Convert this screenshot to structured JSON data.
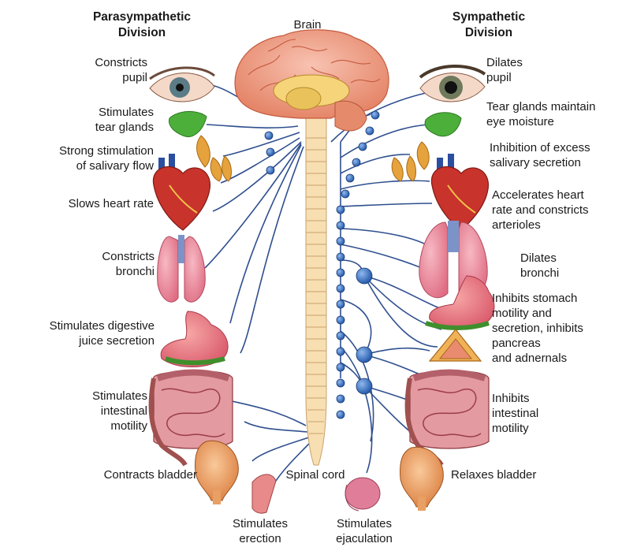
{
  "headings": {
    "parasympathetic": [
      "Parasympathetic",
      "Division"
    ],
    "brain": "Brain",
    "sympathetic": [
      "Sympathetic",
      "Division"
    ],
    "spinal_cord": "Spinal cord"
  },
  "parasympathetic_effects": {
    "eye": [
      "Constricts",
      "pupil"
    ],
    "tear": [
      "Stimulates",
      "tear glands"
    ],
    "salivary": [
      "Strong stimulation",
      "of salivary flow"
    ],
    "heart": [
      "Slows heart rate"
    ],
    "lungs": [
      "Constricts",
      "bronchi"
    ],
    "stomach": [
      "Stimulates digestive",
      "juice secretion"
    ],
    "intestine": [
      "Stimulates",
      "intestinal",
      "motility"
    ],
    "bladder": [
      "Contracts bladder"
    ],
    "erection": [
      "Stimulates",
      "erection"
    ]
  },
  "sympathetic_effects": {
    "eye": [
      "Dilates",
      "pupil"
    ],
    "tear": [
      "Tear glands maintain",
      "eye moisture"
    ],
    "salivary": [
      "Inhibition of excess",
      "salivary secretion"
    ],
    "heart": [
      "Accelerates heart",
      "rate and constricts",
      "arterioles"
    ],
    "lungs": [
      "Dilates",
      "bronchi"
    ],
    "stomach": [
      "Inhibits stomach",
      "motility and",
      "secretion, inhibits",
      "pancreas",
      "and adnernals"
    ],
    "intestine": [
      "Inhibits",
      "intestinal",
      "motility"
    ],
    "bladder": [
      "Relaxes bladder"
    ],
    "ejaculation": [
      "Stimulates",
      "ejaculation"
    ]
  },
  "colors": {
    "nerve": "#2f4f8f",
    "ganglion": "#2e6fc9",
    "spinal_cord": "#f8dfb2",
    "brain": "#f2a08a",
    "lung": "#ef8fa0",
    "heart": "#c8332b",
    "gland": "#e6a23c",
    "tear_gland": "#4caf3a",
    "intestine": "#d96a64",
    "bladder": "#e8a064"
  }
}
